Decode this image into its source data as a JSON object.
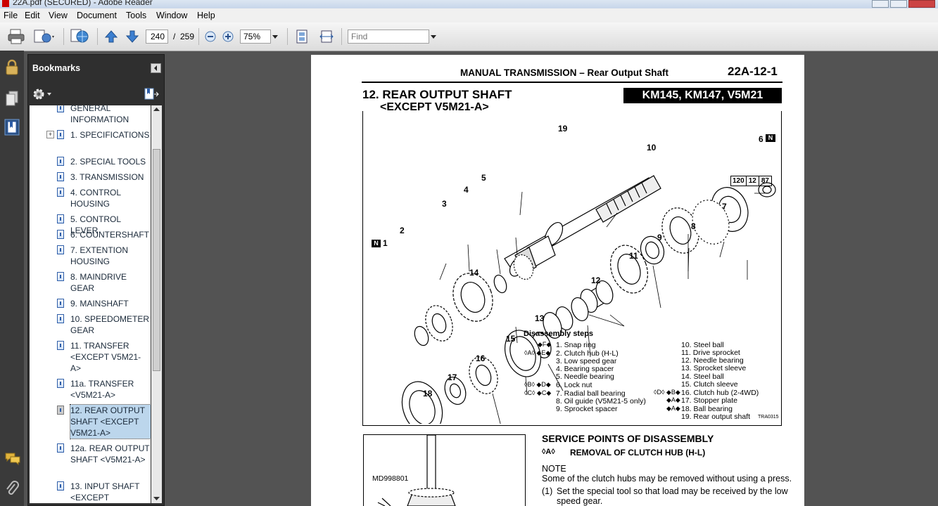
{
  "window": {
    "title": "22A.pdf (SECURED) - Adobe Reader"
  },
  "menu": [
    "File",
    "Edit",
    "View",
    "Document",
    "Tools",
    "Window",
    "Help"
  ],
  "toolbar": {
    "page_current": "240",
    "page_sep": "/",
    "page_total": "259",
    "zoom": "75%",
    "find_placeholder": "Find"
  },
  "bookmarks": {
    "title": "Bookmarks",
    "items": [
      {
        "label": "GENERAL INFORMATION"
      },
      {
        "label": "1. SPECIFICATIONS"
      },
      {
        "label": "2. SPECIAL TOOLS"
      },
      {
        "label": "3. TRANSMISSION"
      },
      {
        "label": "4. CONTROL HOUSING"
      },
      {
        "label": "5. CONTROL LEVER"
      },
      {
        "label": "6. COUNTERSHAFT"
      },
      {
        "label": "7. EXTENTION HOUSING"
      },
      {
        "label": "8. MAINDRIVE GEAR"
      },
      {
        "label": "9. MAINSHAFT"
      },
      {
        "label": "10. SPEEDOMETER GEAR"
      },
      {
        "label": "11. TRANSFER <EXCEPT V5M21-A>"
      },
      {
        "label": "11a. TRANSFER <V5M21-A>"
      },
      {
        "label": "12. REAR OUTPUT SHAFT <EXCEPT V5M21-A>"
      },
      {
        "label": "12a. REAR OUTPUT SHAFT <V5M21-A>"
      },
      {
        "label": "13. INPUT SHAFT <EXCEPT"
      }
    ]
  },
  "document": {
    "header_left": "MANUAL TRANSMISSION – Rear Output Shaft",
    "header_right": "22A-12-1",
    "section_title_1": "12. REAR OUTPUT SHAFT",
    "section_title_2": "<EXCEPT V5M21-A>",
    "model_box": "KM145, KM147, V5M21",
    "diagram_callouts": [
      "1",
      "2",
      "3",
      "4",
      "5",
      "6",
      "7",
      "8",
      "9",
      "10",
      "11",
      "12",
      "13",
      "14",
      "15",
      "16",
      "17",
      "18",
      "19"
    ],
    "torque_values": [
      "120",
      "12",
      "87"
    ],
    "n_marker": "N",
    "steps_heading": "Disassembly steps",
    "steps_left": [
      {
        "mark": "◆F◆",
        "text": "1. Snap ring"
      },
      {
        "mark": "◊A◊ ◆E◆",
        "text": "2. Clutch hub (H-L)"
      },
      {
        "mark": "",
        "text": "3. Low speed gear"
      },
      {
        "mark": "",
        "text": "4. Bearing spacer"
      },
      {
        "mark": "",
        "text": "5. Needle bearing"
      },
      {
        "mark": "◊B◊ ◆D◆",
        "text": "6. Lock nut"
      },
      {
        "mark": "◊C◊ ◆C◆",
        "text": "7. Radial ball bearing"
      },
      {
        "mark": "",
        "text": "8. Oil guide (V5M21-5 only)"
      },
      {
        "mark": "",
        "text": "9. Sprocket spacer"
      }
    ],
    "steps_right": [
      {
        "mark": "",
        "text": "10. Steel ball"
      },
      {
        "mark": "",
        "text": "11. Drive sprocket"
      },
      {
        "mark": "",
        "text": "12. Needle bearing"
      },
      {
        "mark": "",
        "text": "13. Sprocket sleeve"
      },
      {
        "mark": "",
        "text": "14. Steel ball"
      },
      {
        "mark": "",
        "text": "15. Clutch sleeve"
      },
      {
        "mark": "◊D◊ ◆B◆",
        "text": "16. Clutch hub (2-4WD)"
      },
      {
        "mark": "◆A◆",
        "text": "17. Stopper plate"
      },
      {
        "mark": "◆A◆",
        "text": "18. Ball bearing"
      },
      {
        "mark": "",
        "text": "19. Rear output shaft"
      }
    ],
    "fig_code": "TRA0315",
    "service_title": "SERVICE POINTS OF DISASSEMBLY",
    "service_mark": "◊A◊",
    "service_sub": "REMOVAL OF CLUTCH HUB (H-L)",
    "note_label": "NOTE",
    "note_text": "Some of the clutch hubs may be removed without using a press.",
    "step1_num": "(1)",
    "step1_line1": "Set the special tool so that load may be received by the low",
    "step1_line2": "speed gear.",
    "tool_label": "MD998801"
  }
}
